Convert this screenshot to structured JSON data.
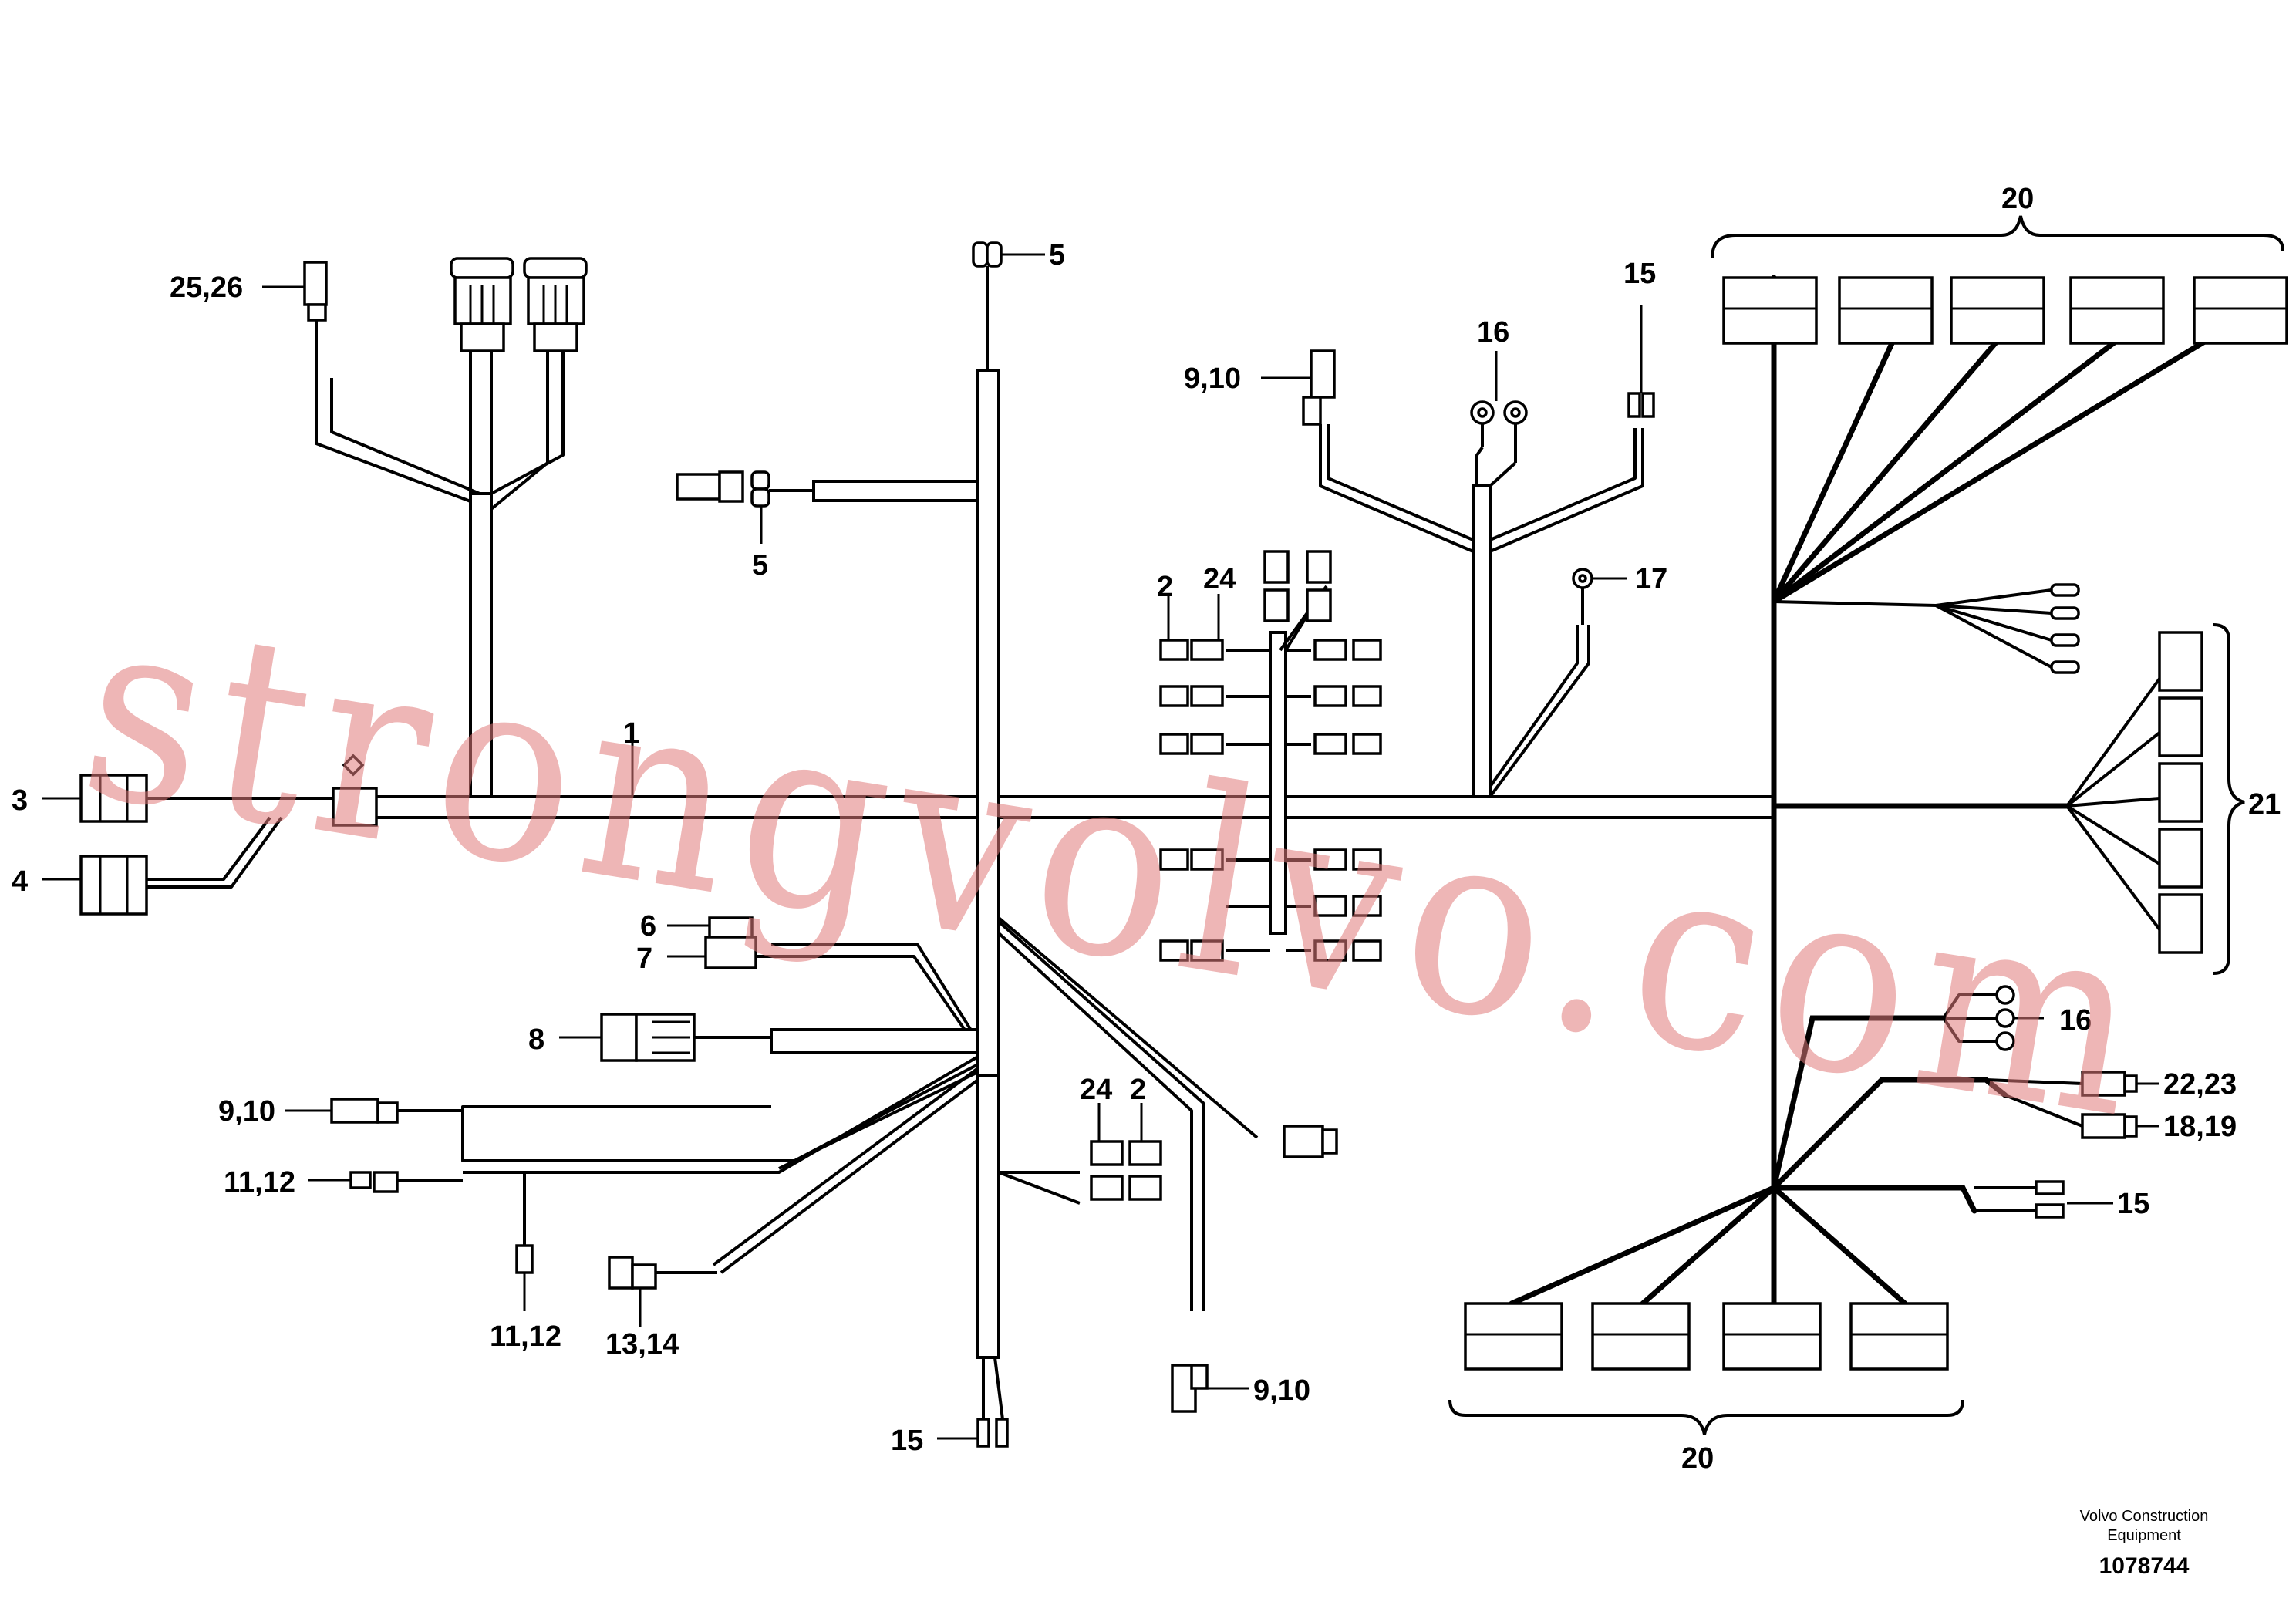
{
  "callouts": {
    "c25_26": "25,26",
    "c5_top": "5",
    "c5_mid": "5",
    "c9_10_top": "9,10",
    "c16_top": "16",
    "c15_top": "15",
    "c20_top": "20",
    "c2_a": "2",
    "c24_a": "24",
    "c17": "17",
    "c1": "1",
    "c3": "3",
    "c4": "4",
    "c21": "21",
    "c6": "6",
    "c7": "7",
    "c8": "8",
    "c9_10_left": "9,10",
    "c11_12_left": "11,12",
    "c11_12_bottom": "11,12",
    "c13_14": "13,14",
    "c24_b": "24",
    "c2_b": "2",
    "c15_bottom": "15",
    "c9_10_bottom": "9,10",
    "c16_right": "16",
    "c22_23": "22,23",
    "c18_19": "18,19",
    "c15_right": "15",
    "c20_bottom": "20"
  },
  "footer": {
    "company_line1": "Volvo Construction",
    "company_line2": "Equipment",
    "drawing_number": "1078744"
  },
  "watermark": "strongvolvo.com"
}
